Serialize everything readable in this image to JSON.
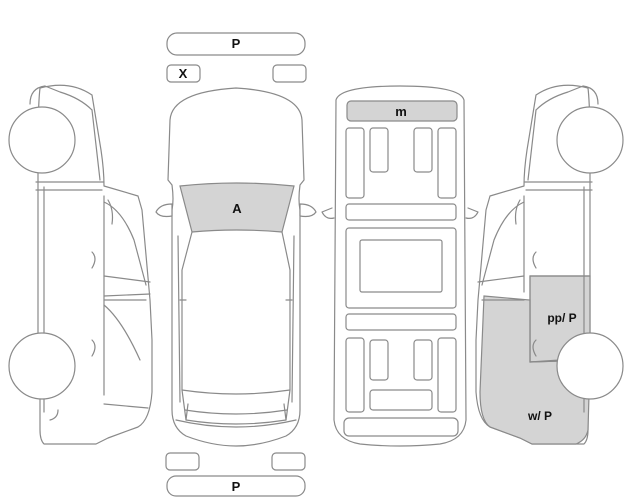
{
  "colors": {
    "outline": "#8a8a8a",
    "damage_fill": "#d4d4d4",
    "background": "#ffffff",
    "label": "#111111"
  },
  "marks": {
    "front_bumper": "P",
    "front_left_lamp": "X",
    "hood": "A",
    "roof_front": "m",
    "right_rear_door": "pp/ P",
    "right_rear_quarter": "w/ P",
    "rear_bumper": "P"
  }
}
